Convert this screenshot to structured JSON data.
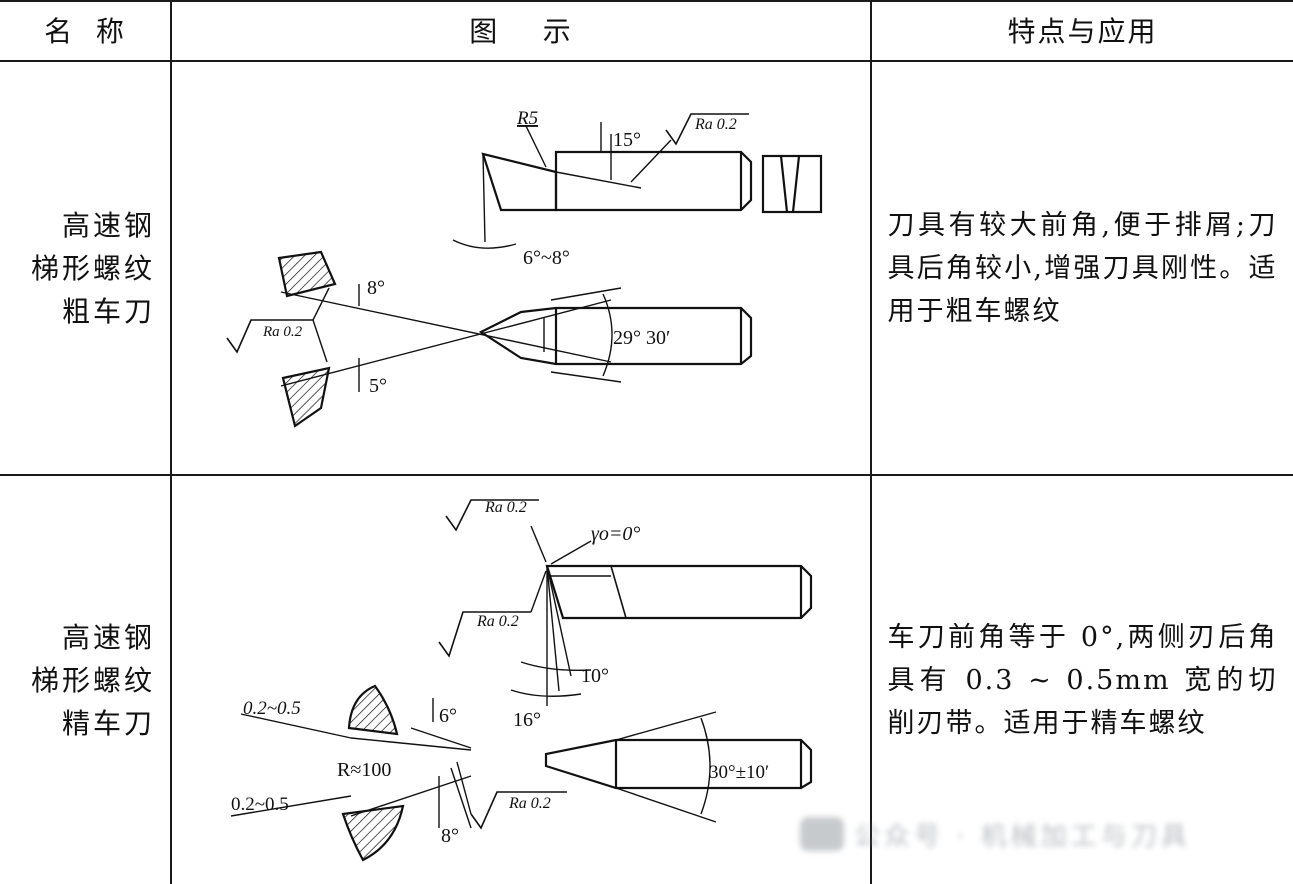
{
  "header": {
    "name": "名  称",
    "figure": "图    示",
    "features": "特点与应用"
  },
  "rows": [
    {
      "name": "高速钢\n梯形螺纹\n粗车刀",
      "features": "刀具有较大前角,便于排屑;刀具后角较小,增强刀具刚性。适用于粗车螺纹",
      "annotations": {
        "r5": "R5",
        "angle_15": "15°",
        "ra_top": "Ra 0.2",
        "angle_6_8": "6°~8°",
        "angle_8": "8°",
        "ra_left": "Ra 0.2",
        "angle_29": "29° 30′",
        "angle_5": "5°"
      }
    },
    {
      "name": "高速钢\n梯形螺纹\n精车刀",
      "features": "车刀前角等于 0°,两侧刃后角具有 0.3 ~ 0.5mm 宽的切削刃带。适用于精车螺纹",
      "annotations": {
        "ra_top": "Ra 0.2",
        "gamma": "γo=0°",
        "ra_mid": "Ra 0.2",
        "angle_10": "10°",
        "angle_16": "16°",
        "width_top": "0.2~0.5",
        "angle_6": "6°",
        "radius": "R≈100",
        "width_bottom": "0.2~0.5",
        "ra_bottom": "Ra 0.2",
        "angle_8": "8°",
        "angle_30": "30°±10′"
      }
    }
  ],
  "watermark": "公众号 · 机械加工与刀具"
}
